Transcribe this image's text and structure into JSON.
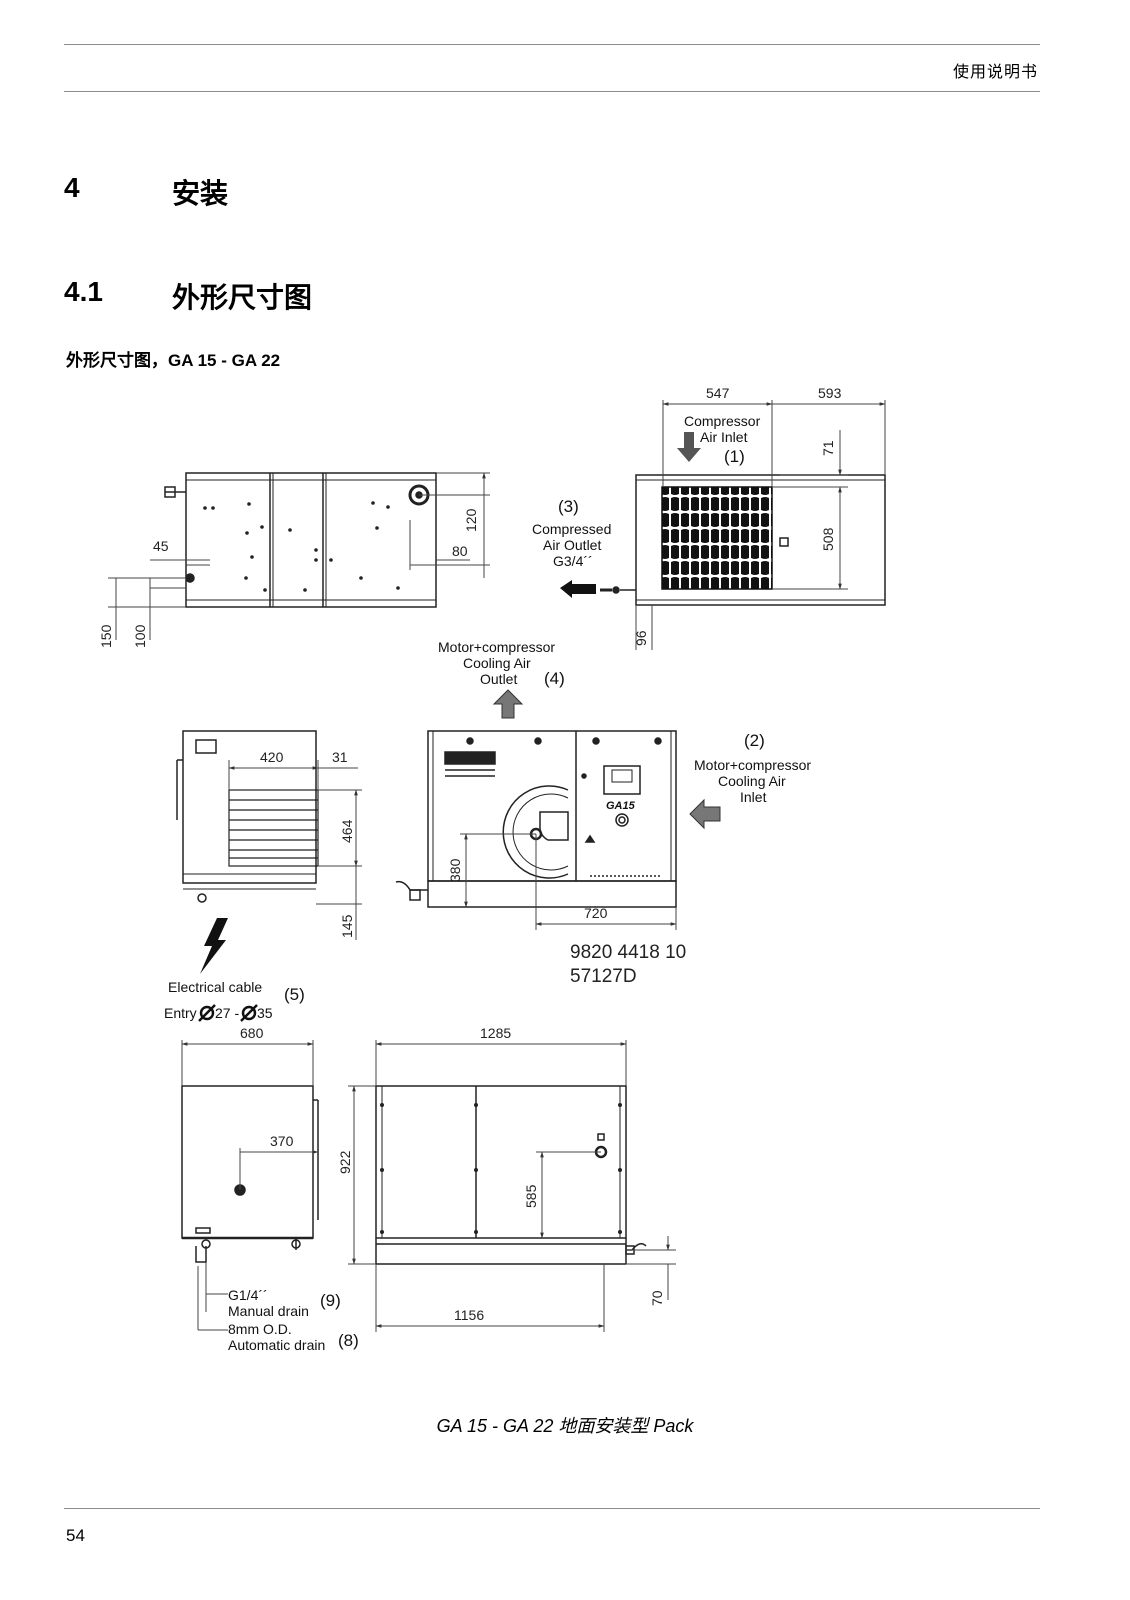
{
  "header": {
    "title": "使用说明书"
  },
  "section": {
    "number": "4",
    "title": "安装"
  },
  "subsection": {
    "number": "4.1",
    "title": "外形尺寸图"
  },
  "figure_heading": "外形尺寸图，GA 15 - GA 22",
  "dimensions": {
    "d547": "547",
    "d593": "593",
    "d71": "71",
    "d508": "508",
    "d96": "96",
    "d120": "120",
    "d80": "80",
    "d45": "45",
    "d150": "150",
    "d100": "100",
    "d420": "420",
    "d31": "31",
    "d464": "464",
    "d145": "145",
    "d380": "380",
    "d720": "720",
    "d680": "680",
    "d370": "370",
    "d922": "922",
    "d1285": "1285",
    "d585": "585",
    "d1156": "1156",
    "d70": "70"
  },
  "labels": {
    "compressor_inlet": [
      "Compressor",
      "Air Inlet"
    ],
    "num1": "(1)",
    "num3": "(3)",
    "compressed_outlet": [
      "Compressed",
      "Air Outlet",
      "G3/4´´"
    ],
    "cooling_outlet": [
      "Motor+compressor",
      "Cooling Air",
      "Outlet"
    ],
    "num4": "(4)",
    "num2": "(2)",
    "cooling_inlet": [
      "Motor+compressor",
      "Cooling Air",
      "Inlet"
    ],
    "electrical": [
      "Electrical cable",
      "Entry",
      "27 -",
      "35"
    ],
    "num5": "(5)",
    "part_number": "9820 4418 10",
    "drawing_code": "57127D",
    "manual_drain": [
      "G1/4´´",
      "Manual drain"
    ],
    "num9": "(9)",
    "auto_drain": [
      "8mm O.D.",
      "Automatic drain"
    ],
    "num8": "(8)",
    "model_badge": "GA15"
  },
  "figure_caption": "GA 15 - GA 22 地面安装型 Pack",
  "page_number": "54"
}
